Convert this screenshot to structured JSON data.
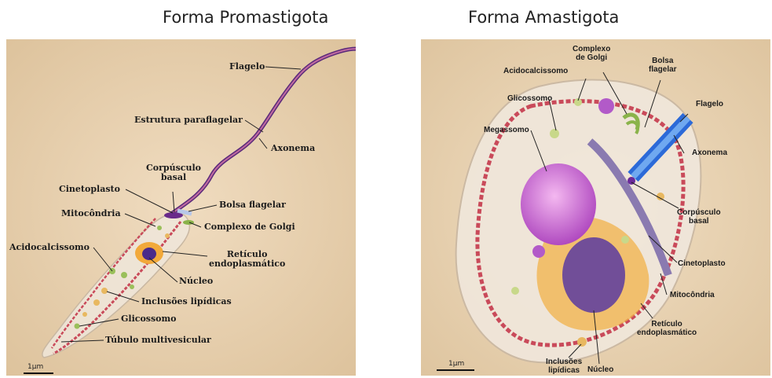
{
  "promastigota": {
    "title": "Forma Promastigota",
    "scale": "1μm",
    "labels": {
      "flagelo": "Flagelo",
      "estrutura": "Estrutura paraflagelar",
      "axonema": "Axonema",
      "corpusculo": "Corpúsculo\nbasal",
      "cinetoplasto": "Cinetoplasto",
      "bolsa": "Bolsa flagelar",
      "mitocondria": "Mitocôndria",
      "golgi": "Complexo de Golgi",
      "acidocalcissomo": "Acidocalcissomo",
      "reticulo": "Retículo\nendoplasmático",
      "nucleo": "Núcleo",
      "inclusoes": "Inclusões lipídicas",
      "glicossomo": "Glicossomo",
      "tubulo": "Túbulo multivesicular"
    }
  },
  "amastigota": {
    "title": "Forma Amastigota",
    "scale": "1μm",
    "labels": {
      "golgi": "Complexo\nde Golgi",
      "acidocalcissomo": "Acidocalcissomo",
      "bolsa": "Bolsa\nflagelar",
      "glicossomo": "Glicossomo",
      "flagelo": "Flagelo",
      "megassomo": "Megassomo",
      "axonema": "Axonema",
      "corpusculo": "Corpúsculo\nbasal",
      "cinetoplasto": "Cinetoplasto",
      "mitocondria": "Mitocôndria",
      "reticulo": "Retículo\nendoplasmático",
      "inclusoes": "Inclusões\nlipídicas",
      "nucleo": "Núcleo"
    }
  }
}
